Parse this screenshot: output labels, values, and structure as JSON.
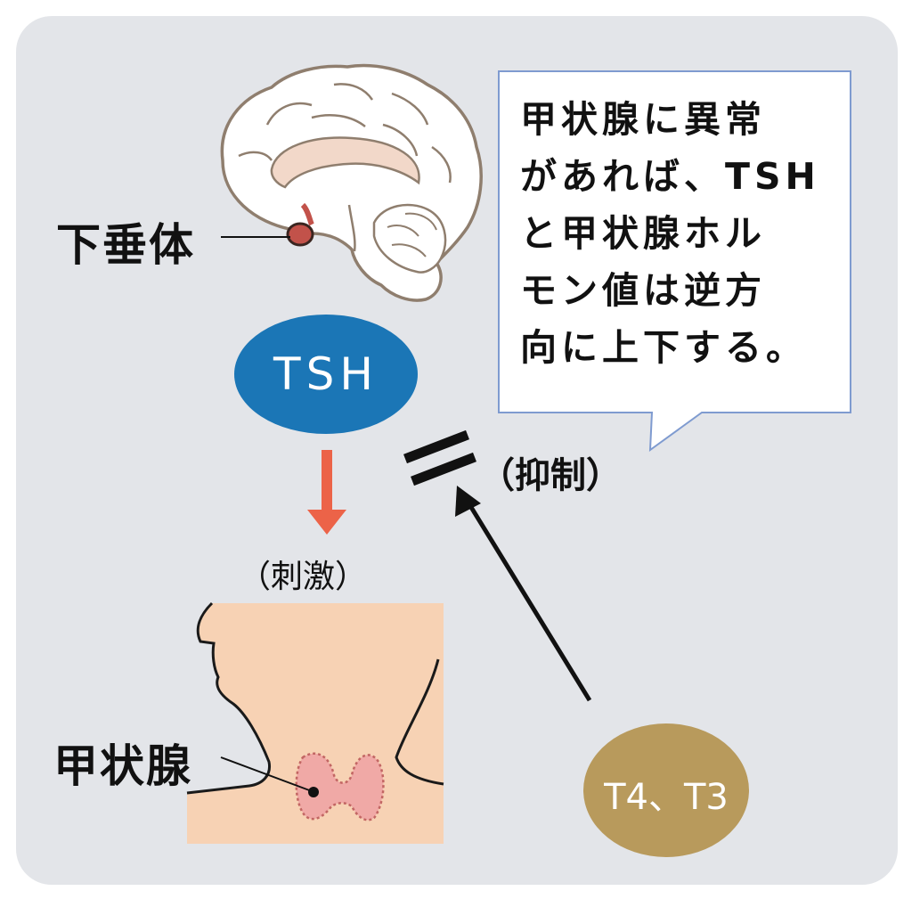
{
  "labels": {
    "pituitary": "下垂体",
    "thyroid": "甲状腺",
    "stimulation": "（刺激）",
    "suppression": "（抑制）"
  },
  "nodes": {
    "tsh": "TSH",
    "t4t3": "T4、T3"
  },
  "callout": {
    "lines": [
      "甲状腺に異常",
      "があれば、TSH",
      "と甲状腺ホル",
      "モン値は逆方",
      "向に上下する。"
    ]
  },
  "colors": {
    "background_panel": "#e3e5e9",
    "tsh_ellipse": "#1b76b6",
    "t4t3_ellipse": "#b89a5c",
    "stimulation_arrow": "#ec6348",
    "skin": "#f7d2b4",
    "thyroid_gland": "#f0a9a6",
    "callout_border": "#7f9bd0"
  }
}
